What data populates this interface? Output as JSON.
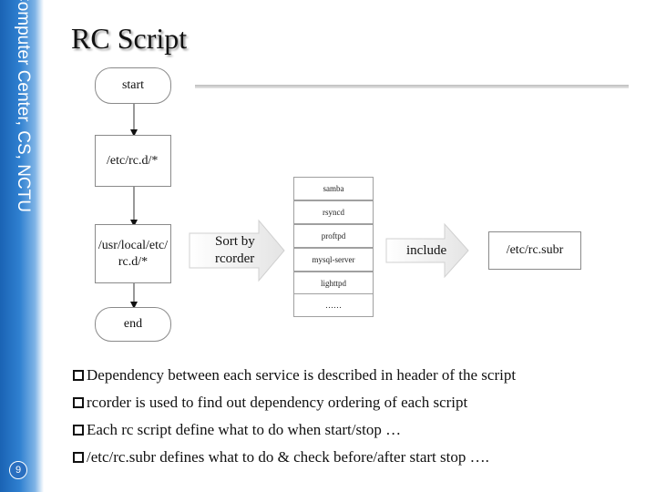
{
  "sidebar": {
    "text": "Computer Center, CS, NCTU",
    "page_number": "9"
  },
  "slide": {
    "title": "RC Script"
  },
  "diagram": {
    "flow": {
      "start": "start",
      "rcd": "/etc/rc.d/*",
      "local_line1": "/usr/local/etc/",
      "local_line2": "rc.d/*",
      "end": "end"
    },
    "sort_label_line1": "Sort by",
    "sort_label_line2": "rcorder",
    "services": [
      "samba",
      "rsyncd",
      "proftpd",
      "mysql-server",
      "lighttpd",
      "……"
    ],
    "include_label": "include",
    "rcsubr": "/etc/rc.subr"
  },
  "bullets": [
    "Dependency between each service is described in header of the script",
    "rcorder is used to find out dependency ordering of each script",
    "Each rc script define what to do when start/stop …",
    "/etc/rc.subr defines what to do & check before/after start stop …."
  ]
}
